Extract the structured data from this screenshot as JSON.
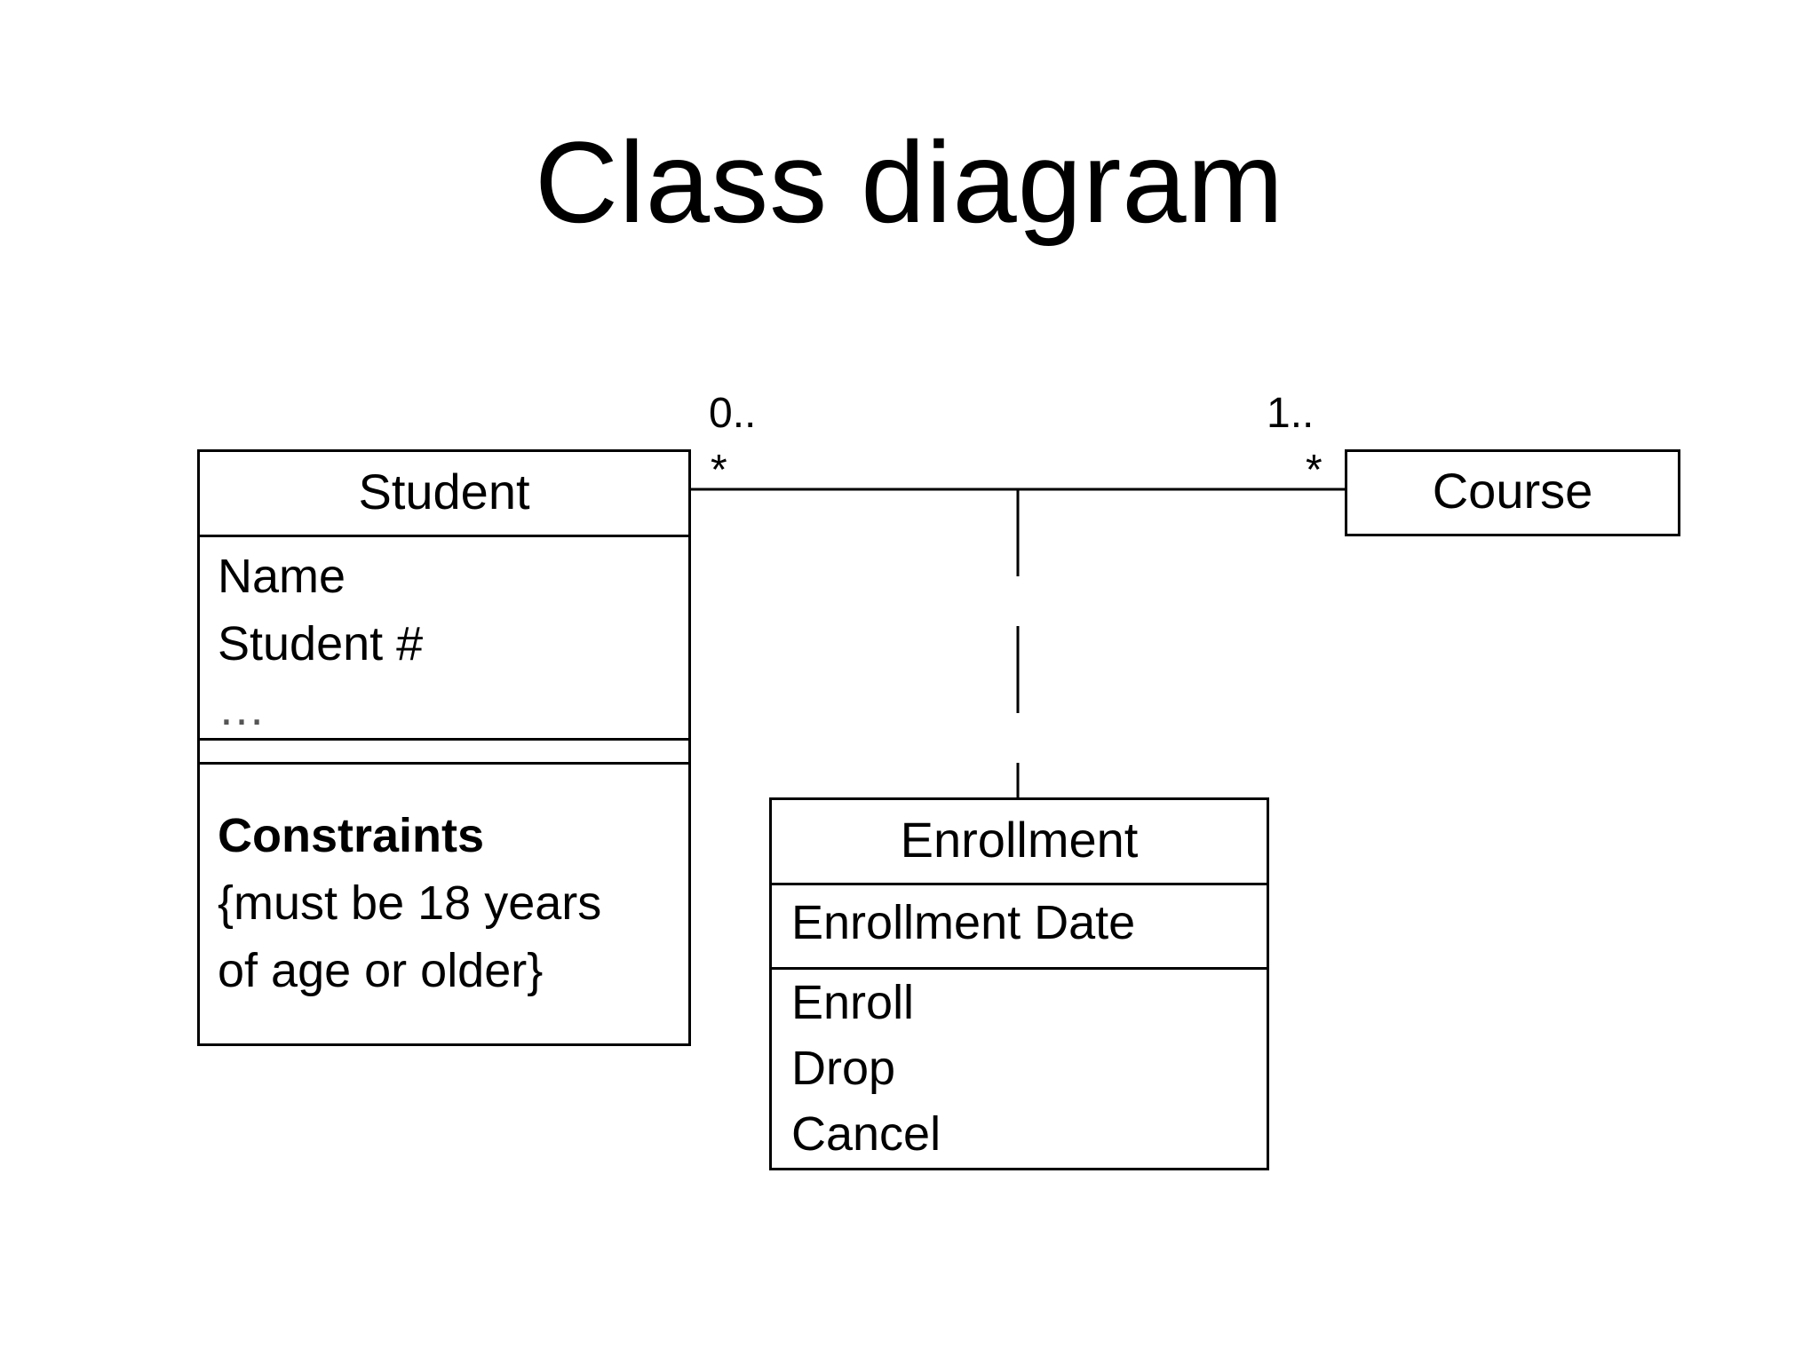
{
  "title": "Class diagram",
  "classes": {
    "student": {
      "name": "Student",
      "attributes": [
        "Name",
        "Student #",
        "…"
      ],
      "constraints_label": "Constraints",
      "constraints_text": [
        "{must be 18 years",
        "of age or older}"
      ]
    },
    "course": {
      "name": "Course"
    },
    "enrollment": {
      "name": "Enrollment",
      "attributes": [
        "Enrollment Date"
      ],
      "operations": [
        "Enroll",
        "Drop",
        "Cancel"
      ]
    }
  },
  "association": {
    "student_end_multiplicity_top": "0..",
    "student_end_multiplicity_bottom": "*",
    "course_end_multiplicity_top": "1..",
    "course_end_multiplicity_bottom": "*"
  },
  "colors": {
    "line": "#000000",
    "background": "#ffffff"
  }
}
